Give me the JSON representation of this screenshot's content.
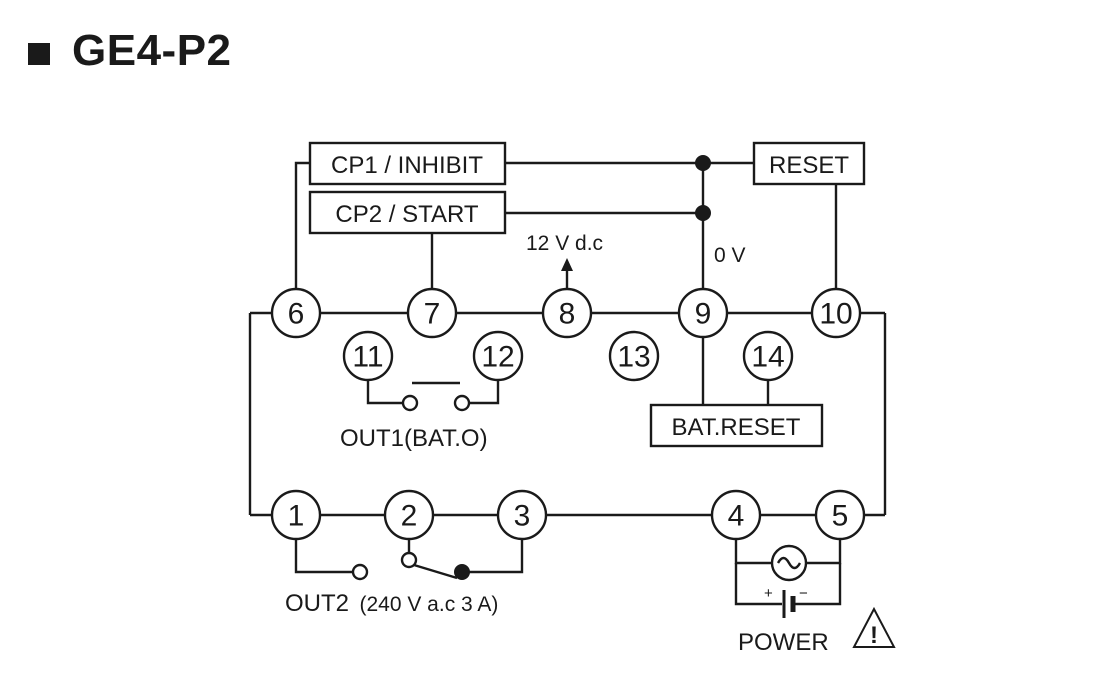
{
  "title": "GE4-P2",
  "boxes": {
    "cp1": "CP1 / INHIBIT",
    "cp2": "CP2 / START",
    "reset": "RESET",
    "bat_reset": "BAT.RESET"
  },
  "labels": {
    "v12": "12 V d.c",
    "v0": "0 V",
    "out1": "OUT1(BAT.O)",
    "out2": "OUT2",
    "out2_rating": "(240 V a.c 3 A)",
    "power": "POWER",
    "plus": "+",
    "minus": "−",
    "warning": "!"
  },
  "terminals": {
    "t1": "1",
    "t2": "2",
    "t3": "3",
    "t4": "4",
    "t5": "5",
    "t6": "6",
    "t7": "7",
    "t8": "8",
    "t9": "9",
    "t10": "10",
    "t11": "11",
    "t12": "12",
    "t13": "13",
    "t14": "14"
  },
  "icons": {
    "ac": "ac-source-icon",
    "battery": "battery-icon",
    "warning": "warning-triangle-icon"
  }
}
